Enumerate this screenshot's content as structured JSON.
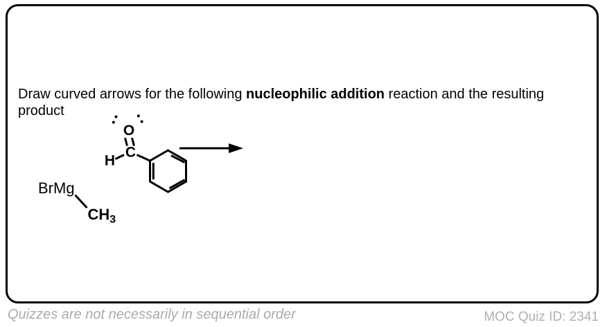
{
  "colors": {
    "border": "#000000",
    "oxygen_red": "#ee2409",
    "footer_gray": "#a8abad",
    "text_black": "#000000"
  },
  "question": {
    "lines": [
      {
        "segments": [
          {
            "text": "Draw curved arrows for the following ",
            "bold": false
          },
          {
            "text": "nucleophilic addition",
            "bold": true
          },
          {
            "text": " reaction and the resulting",
            "bold": false
          }
        ]
      },
      {
        "segments": [
          {
            "text": "product",
            "bold": false
          }
        ]
      }
    ]
  },
  "reaction": {
    "aldehyde": {
      "oxygen_label": "O",
      "carbon_label": "C",
      "hydrogen_label": "H",
      "oxygen_color": "#ee2409",
      "lone_pair_dot_count": 4
    },
    "reagent": {
      "metal_label": "BrMg",
      "methyl_label": "CH",
      "methyl_subscript": "3"
    }
  },
  "footer": {
    "left_note": "Quizzes are not necessarily in sequential order",
    "right_note": "MOC Quiz ID: 2341"
  }
}
